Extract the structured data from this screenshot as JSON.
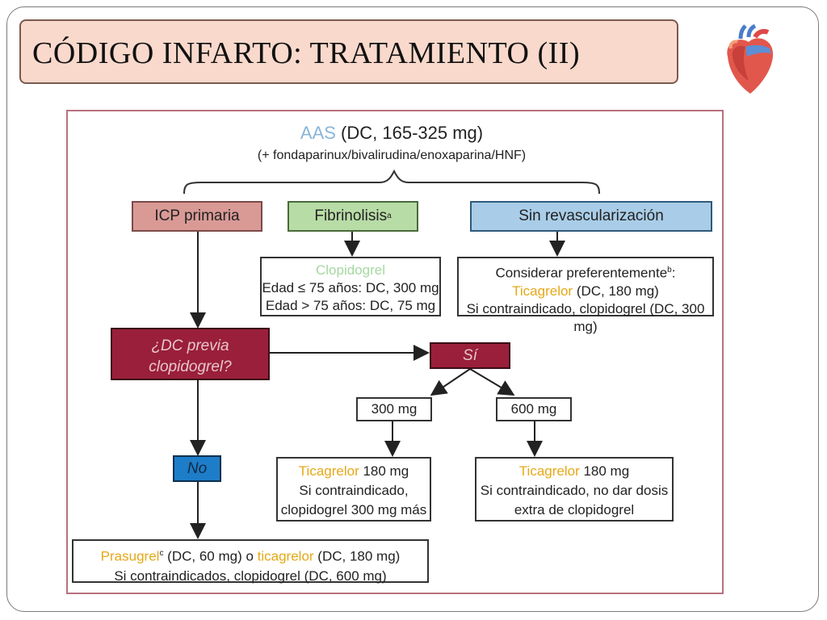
{
  "slide": {
    "title": "CÓDIGO INFARTO: TRATAMIENTO (II)",
    "icon": "heart-icon"
  },
  "diagram": {
    "top": {
      "aas": "AAS",
      "dose": " (DC, 165-325 mg)",
      "sub": "(+ fondaparinux/bivalirudina/enoxaparina/HNF)"
    },
    "icp": {
      "label": "ICP primaria",
      "color": "#d99a96"
    },
    "fibrinolisis": {
      "label": "Fibrinolisis",
      "sup": "a",
      "color": "#b8dca6",
      "clopi_title": "Clopidogrel",
      "line1": "Edad ≤ 75 años: DC, 300 mg",
      "line2": "Edad > 75 años: DC, 75 mg"
    },
    "sinrev": {
      "label": "Sin revascularización",
      "color": "#a9cde8",
      "line1": "Considerar preferentemente",
      "sup": "b",
      "line1_end": ":",
      "tica": "Ticagrelor",
      "tica_dose": " (DC, 180 mg)",
      "line3": "Si contraindicado, clopidogrel (DC, 300 mg)"
    },
    "question": {
      "line1": "¿DC previa",
      "line2": "clopidogrel?"
    },
    "si": "Sí",
    "no": "No",
    "mg300": {
      "label": "300 mg",
      "tica": "Ticagrelor",
      "tica_dose": " 180 mg",
      "line2": "Si contraindicado,",
      "line3": "clopidogrel 300 mg más"
    },
    "mg600": {
      "label": "600 mg",
      "tica": "Ticagrelor",
      "tica_dose": " 180 mg",
      "line2": "Si contraindicado, no dar dosis",
      "line3": "extra de clopidogrel"
    },
    "bottom": {
      "prasugrel": "Prasugrel",
      "sup": "c",
      "mid": " (DC, 60 mg) o ",
      "tica": "ticagrelor",
      "end": " (DC, 180 mg)",
      "line2": "Si contraindicados, clopidogrel (DC, 600 mg)"
    }
  },
  "colors": {
    "accent_yellow": "#e6a817",
    "question_box": "#9a1f3a",
    "no_box": "#1e7dc8",
    "title_bg": "#f9d9cc"
  }
}
